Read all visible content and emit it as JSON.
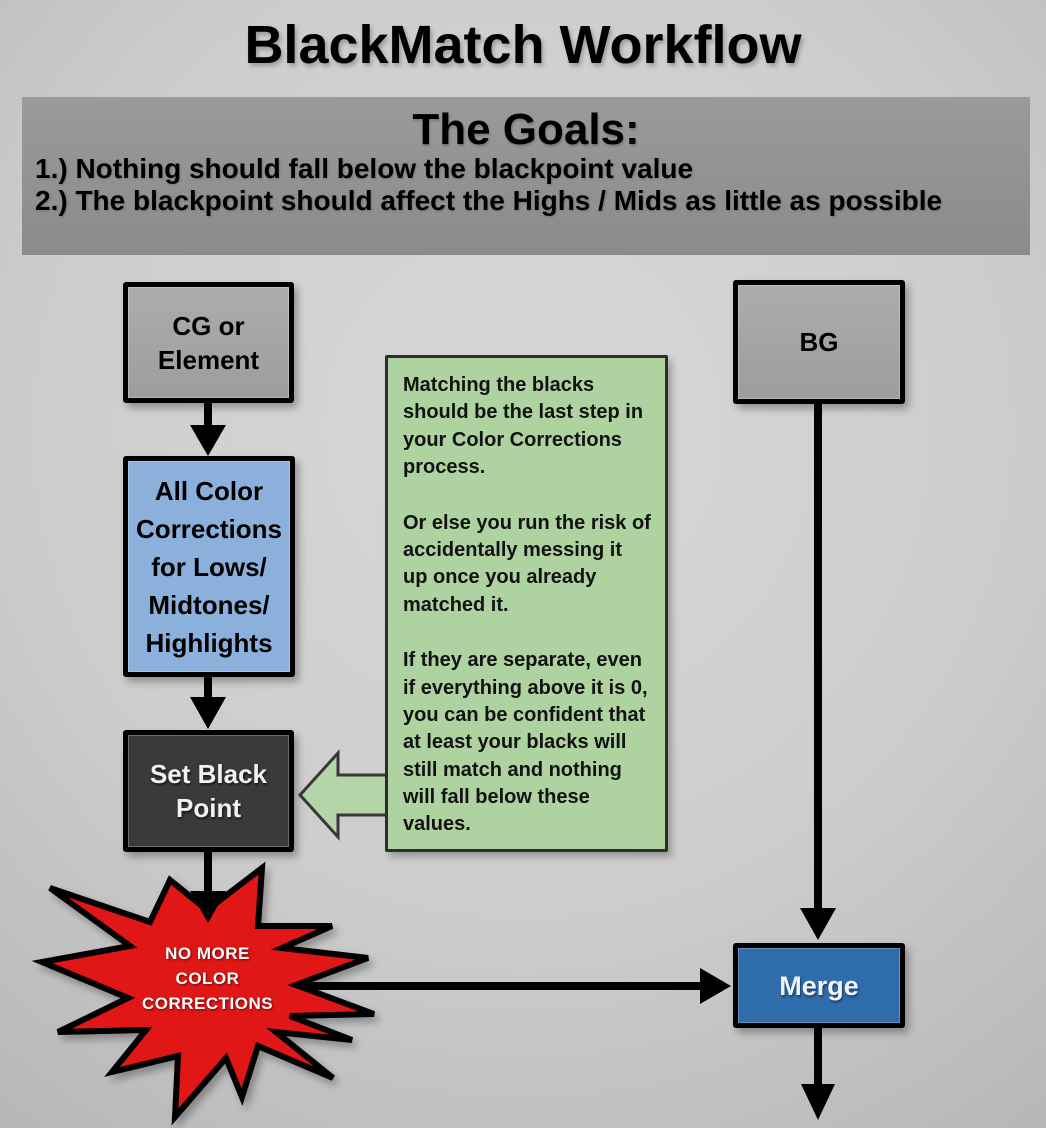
{
  "title": "BlackMatch Workflow",
  "goals": {
    "heading": "The Goals:",
    "items": [
      "1.) Nothing should fall below the blackpoint value",
      "2.) The blackpoint should affect the Highs / Mids as little as possible"
    ]
  },
  "nodes": {
    "cg": {
      "lines": [
        "CG or",
        "Element"
      ]
    },
    "color_corrections": {
      "lines": [
        "All Color",
        "Corrections",
        "for Lows/",
        "Midtones/",
        "Highlights"
      ]
    },
    "set_black_point": {
      "lines": [
        "Set Black",
        "Point"
      ]
    },
    "bg": {
      "label": "BG"
    },
    "merge": {
      "label": "Merge"
    },
    "no_more_corrections": {
      "lines": [
        "NO MORE",
        "COLOR",
        "CORRECTIONS"
      ]
    }
  },
  "note": {
    "paragraphs": [
      "Matching the blacks should be the last step in your Color Corrections process.",
      "Or else you run the risk of accidentally messing it up once you already matched it.",
      "If they are separate, even if everything above it is 0, you can be confident that at least your blacks will still match and nothing will fall below these values."
    ]
  },
  "colors": {
    "bg_center": "#d8d8d8",
    "bg_edge": "#b7b7b7",
    "banner": "#9a9a9a",
    "box_gray": "#9d9d9d",
    "box_blue": "#8bb0dc",
    "box_dark": "#3a3a3a",
    "box_green": "#aed2a0",
    "arrow_green": "#b5d4a8",
    "burst_red": "#e11212",
    "merge_blue": "#2f6cab",
    "line_black": "#000000"
  }
}
